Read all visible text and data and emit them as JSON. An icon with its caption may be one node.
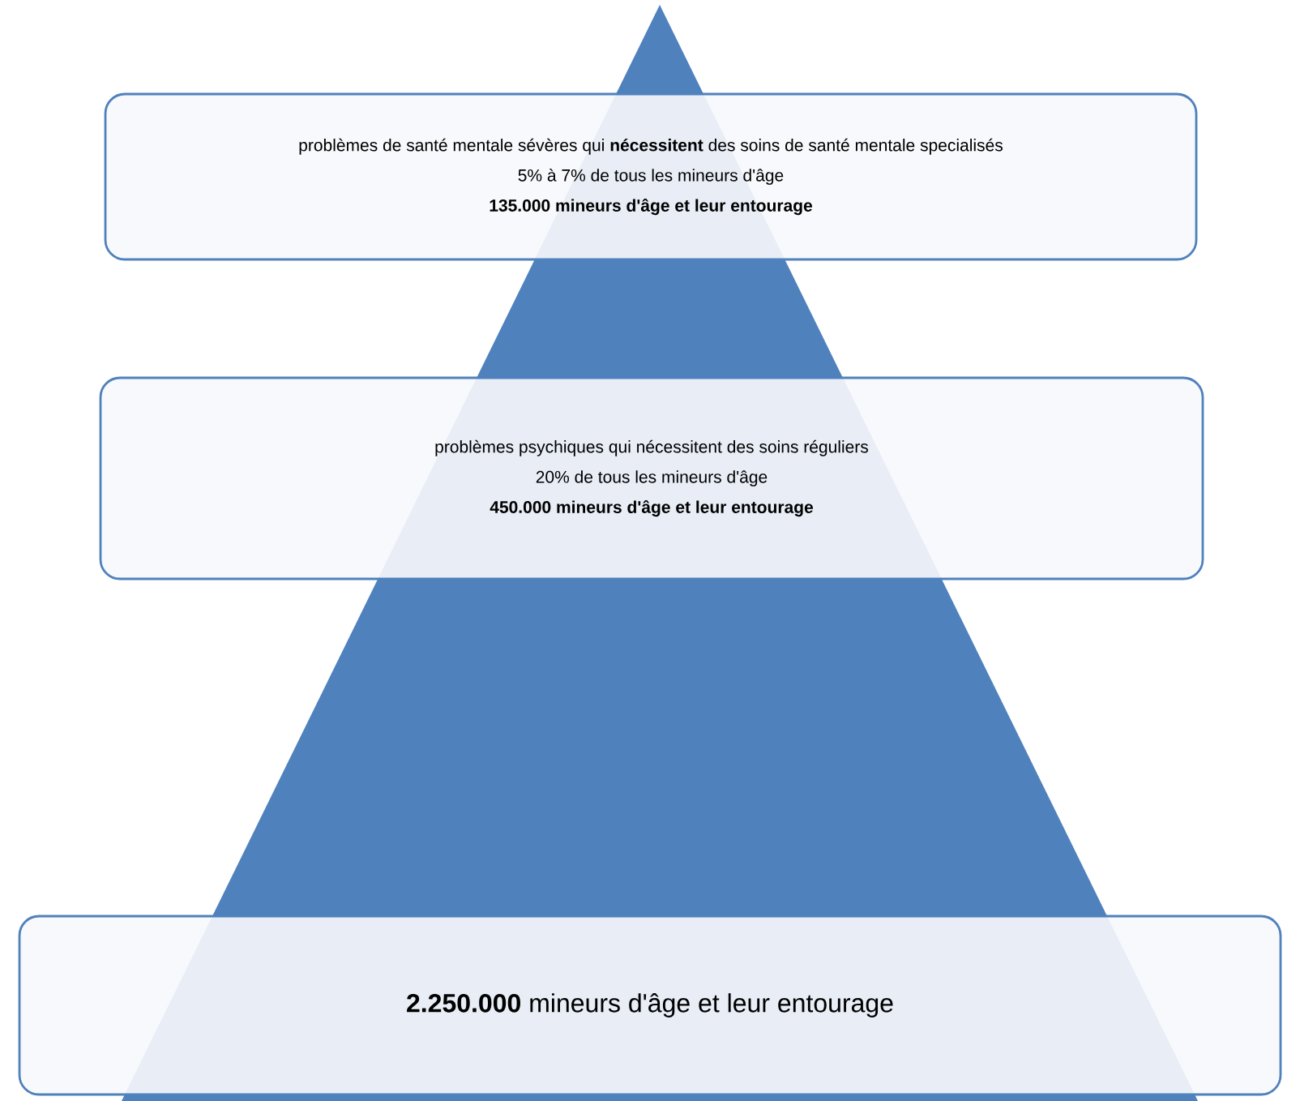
{
  "diagram": {
    "nodes": [
      {
        "text": [
          "problèmes de santé mentale sévères qui **nécessitent** des soins de santé mentale specialisés",
          "5% à 7% de tous les mineurs d'âge",
          "135.000 mineurs d'âge et leur entourage"
        ]
      },
      {
        "text": [
          "problèmes psychiques qui nécessitent des soins réguliers",
          "20%  de tous les mineurs d'âge",
          "450.000 mineurs d'âge et leur entourage"
        ]
      },
      {
        "text": [
          "**2.250.000** mineurs d'âge et leur entourage"
        ]
      }
    ]
  }
}
